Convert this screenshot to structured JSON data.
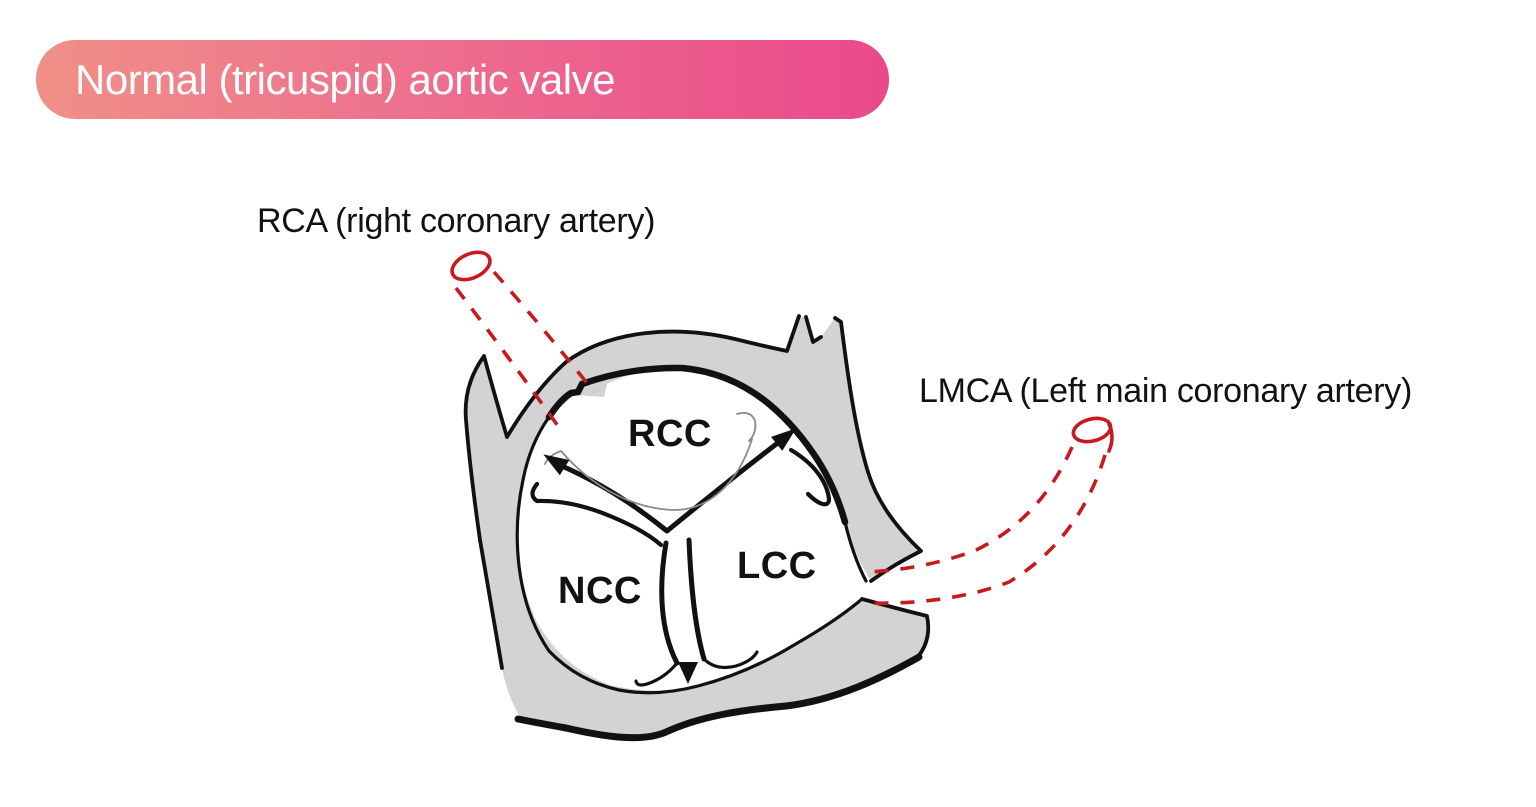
{
  "title_banner": {
    "label": "Normal (tricuspid) aortic valve"
  },
  "diagram": {
    "annotations": {
      "rca_label": "RCA (right coronary artery)",
      "lmca_label": "LMCA (Left main coronary artery)"
    },
    "cusps": {
      "rcc": "RCC",
      "ncc": "NCC",
      "lcc": "LCC"
    }
  },
  "colors": {
    "banner_gradient_start": "#f09087",
    "banner_gradient_end": "#e9498b",
    "artery_red": "#c9191f",
    "wall_gray": "#d3d3d3",
    "outline_black": "#111111"
  }
}
